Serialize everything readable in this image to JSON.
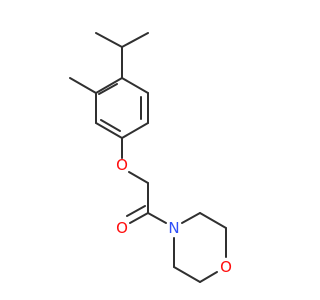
{
  "molecule": {
    "atoms": [
      {
        "id": "O_ether",
        "symbol": "O",
        "color": "#ff0d0d"
      },
      {
        "id": "O_carbonyl",
        "symbol": "O",
        "color": "#ff0d0d"
      },
      {
        "id": "N_morph",
        "symbol": "N",
        "color": "#3050f8"
      },
      {
        "id": "O_morph",
        "symbol": "O",
        "color": "#ff0d0d"
      }
    ],
    "bond_color": "#303030"
  }
}
